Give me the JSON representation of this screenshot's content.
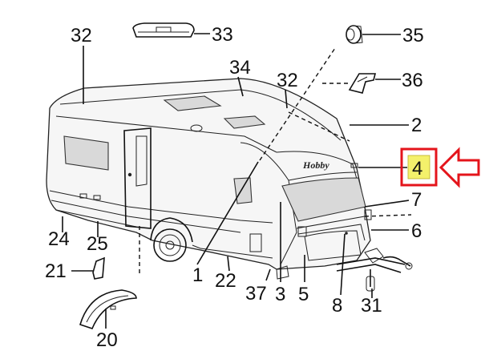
{
  "callouts": {
    "c1": "1",
    "c2": "2",
    "c3": "3",
    "c4": "4",
    "c5": "5",
    "c6": "6",
    "c7": "7",
    "c8": "8",
    "c20": "20",
    "c21": "21",
    "c22": "22",
    "c24": "24",
    "c25": "25",
    "c31": "31",
    "c32a": "32",
    "c32b": "32",
    "c33": "33",
    "c34": "34",
    "c35": "35",
    "c36": "36",
    "c37": "37"
  },
  "brand": "Hobby",
  "colors": {
    "highlight_box": "#e4141b",
    "highlight_fill": "#f4f16b",
    "arrow": "#e4141b"
  }
}
